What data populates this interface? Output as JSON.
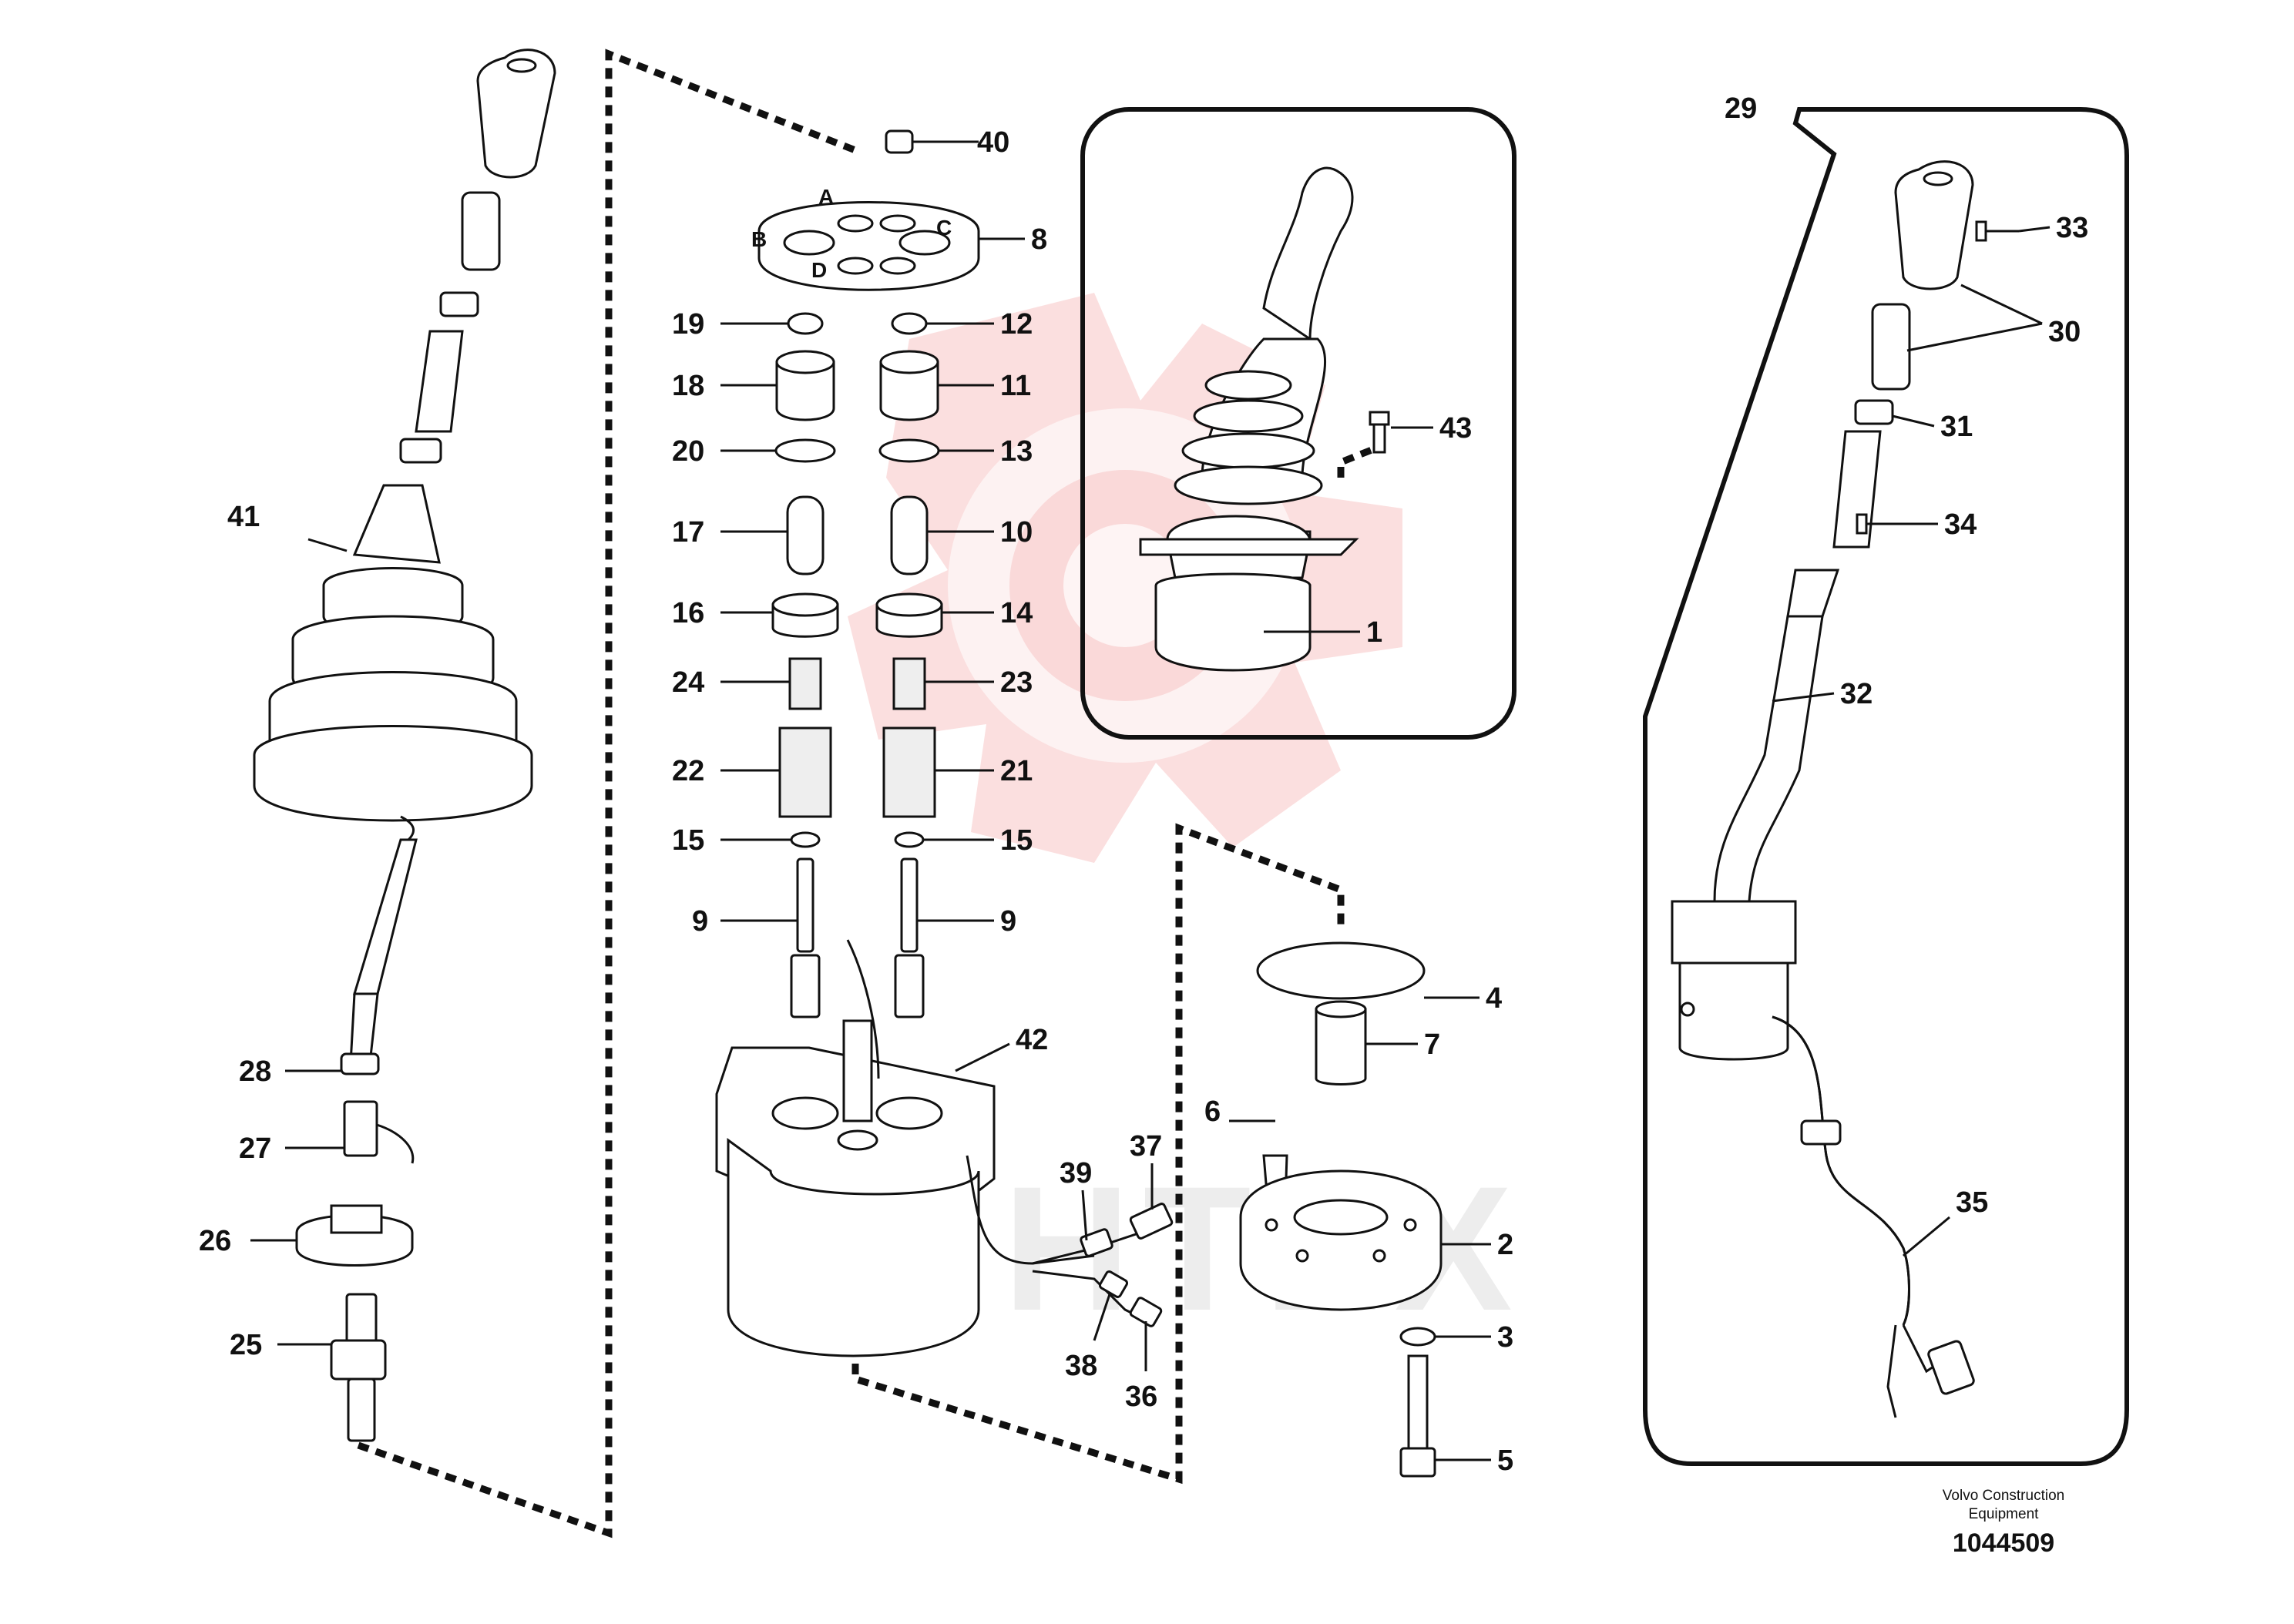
{
  "watermark": {
    "text": "ИНТЕХ"
  },
  "ports": [
    "A",
    "B",
    "C",
    "D"
  ],
  "callouts": [
    {
      "id": "40",
      "text": "40"
    },
    {
      "id": "8",
      "text": "8"
    },
    {
      "id": "19",
      "text": "19"
    },
    {
      "id": "12",
      "text": "12"
    },
    {
      "id": "18",
      "text": "18"
    },
    {
      "id": "11",
      "text": "11"
    },
    {
      "id": "20",
      "text": "20"
    },
    {
      "id": "13",
      "text": "13"
    },
    {
      "id": "17",
      "text": "17"
    },
    {
      "id": "10",
      "text": "10"
    },
    {
      "id": "16",
      "text": "16"
    },
    {
      "id": "14",
      "text": "14"
    },
    {
      "id": "24",
      "text": "24"
    },
    {
      "id": "23",
      "text": "23"
    },
    {
      "id": "22",
      "text": "22"
    },
    {
      "id": "21",
      "text": "21"
    },
    {
      "id": "15a",
      "text": "15"
    },
    {
      "id": "15b",
      "text": "15"
    },
    {
      "id": "9a",
      "text": "9"
    },
    {
      "id": "9b",
      "text": "9"
    },
    {
      "id": "42",
      "text": "42"
    },
    {
      "id": "39",
      "text": "39"
    },
    {
      "id": "37",
      "text": "37"
    },
    {
      "id": "38",
      "text": "38"
    },
    {
      "id": "36",
      "text": "36"
    },
    {
      "id": "41",
      "text": "41"
    },
    {
      "id": "28",
      "text": "28"
    },
    {
      "id": "27",
      "text": "27"
    },
    {
      "id": "26",
      "text": "26"
    },
    {
      "id": "25",
      "text": "25"
    },
    {
      "id": "43",
      "text": "43"
    },
    {
      "id": "1",
      "text": "1"
    },
    {
      "id": "4",
      "text": "4"
    },
    {
      "id": "7",
      "text": "7"
    },
    {
      "id": "6",
      "text": "6"
    },
    {
      "id": "2",
      "text": "2"
    },
    {
      "id": "3",
      "text": "3"
    },
    {
      "id": "5",
      "text": "5"
    },
    {
      "id": "29",
      "text": "29"
    },
    {
      "id": "33",
      "text": "33"
    },
    {
      "id": "30",
      "text": "30"
    },
    {
      "id": "31",
      "text": "31"
    },
    {
      "id": "34",
      "text": "34"
    },
    {
      "id": "32",
      "text": "32"
    },
    {
      "id": "35",
      "text": "35"
    }
  ],
  "footer": {
    "brand_line1": "Volvo Construction",
    "brand_line2": "Equipment",
    "drawing_number": "1044509"
  }
}
